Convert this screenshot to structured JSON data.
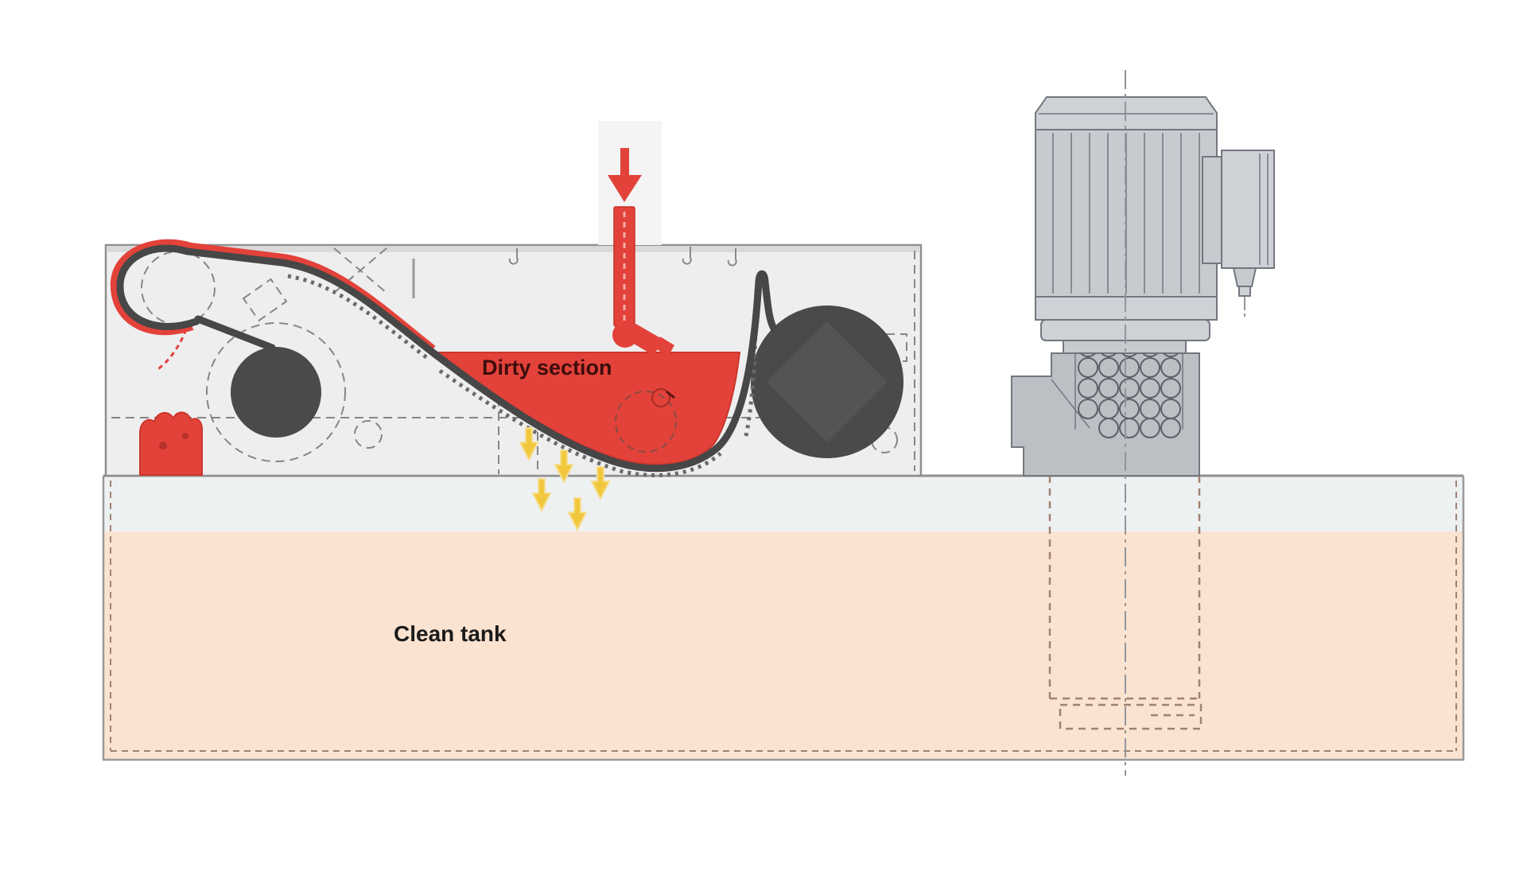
{
  "diagram": {
    "type": "filtration-unit-schematic",
    "labels": {
      "dirty_section": "Dirty section",
      "clean_tank": "Clean tank"
    },
    "components": [
      "inflow-arrow",
      "dirty-inlet-pipe",
      "scraper-belt-conveyor",
      "left-return-roller",
      "right-drive-roller",
      "dirty-liquid-pool",
      "sludge-discharge-pile",
      "filtrate-arrows",
      "clean-tank",
      "immersion-pump-motor",
      "motor-junction-box",
      "suction-strainer",
      "submerged-pump-outline",
      "pump-centerline"
    ],
    "colors": {
      "red": "#e2423a",
      "poolBorder": "#cc362c",
      "belt": "#474747",
      "roller": "#4a4a4c",
      "machineFill": "#eeeeef",
      "machineBorder": "#8f8f8f",
      "tankBand": "#eef1f2",
      "tankLiquid": "#fbe3d1",
      "tankBorder": "#9a9a9a",
      "tankDash": "#a08273",
      "pumpLight": "#ced1d5",
      "pumpMid": "#c7cbcf",
      "pumpBody": "#bcc0c5",
      "pumpOutline": "#73777e",
      "yellow": "#f1c83d",
      "yellowHalo": "#f6dd8d",
      "textDark": "#3d0d0d",
      "textBlack": "#1b1b1b"
    }
  }
}
